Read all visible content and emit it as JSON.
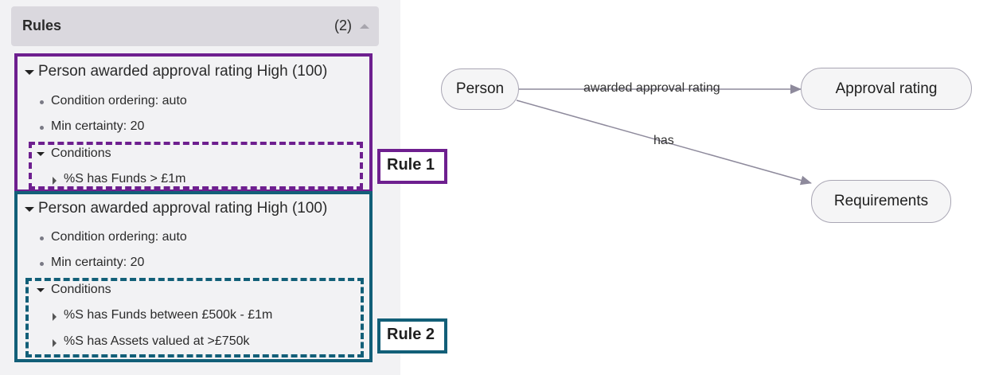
{
  "rules_panel": {
    "title": "Rules",
    "count": "(2)",
    "rules": [
      {
        "heading": "Person awarded approval rating High (100)",
        "condition_ordering": "Condition ordering: auto",
        "min_certainty": "Min certainty: 20",
        "conditions_title": "Conditions",
        "conditions": [
          "%S has Funds > £1m"
        ]
      },
      {
        "heading": "Person awarded approval rating High (100)",
        "condition_ordering": "Condition ordering: auto",
        "min_certainty": "Min certainty: 20",
        "conditions_title": "Conditions",
        "conditions": [
          "%S has Funds between £500k - £1m",
          "%S has Assets valued at >£750k"
        ]
      }
    ]
  },
  "callouts": {
    "rule1": "Rule 1",
    "rule2": "Rule 2"
  },
  "graph": {
    "nodes": {
      "person": "Person",
      "approval_rating": "Approval rating",
      "requirements": "Requirements"
    },
    "edges": {
      "person_to_approval": "awarded approval rating",
      "person_to_requirements": "has"
    }
  },
  "colors": {
    "rule1_accent": "#6e1f8f",
    "rule2_accent": "#125f78",
    "edge": "#8e8a9c",
    "panel_bg": "#f2f2f4"
  }
}
